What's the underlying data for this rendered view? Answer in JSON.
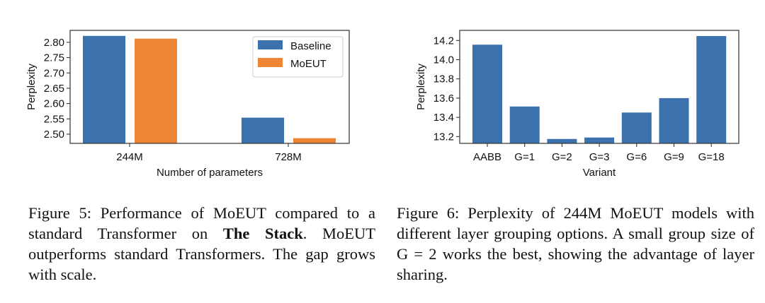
{
  "chart_data": [
    {
      "type": "bar",
      "categories": [
        "244M",
        "728M"
      ],
      "series": [
        {
          "name": "Baseline",
          "values": [
            2.821,
            2.554
          ],
          "color": "#3b72ae"
        },
        {
          "name": "MoEUT",
          "values": [
            2.812,
            2.487
          ],
          "color": "#ee8636"
        }
      ],
      "xlabel": "Number of parameters",
      "ylabel": "Perplexity",
      "ylim": [
        2.47,
        2.839
      ],
      "yticks": [
        "2.50",
        "2.55",
        "2.60",
        "2.65",
        "2.70",
        "2.75",
        "2.80"
      ],
      "legend": "top-right",
      "grid": false
    },
    {
      "type": "bar",
      "categories": [
        "AABB",
        "G=1",
        "G=2",
        "G=3",
        "G=6",
        "G=9",
        "G=18"
      ],
      "values": [
        14.156,
        13.513,
        13.175,
        13.19,
        13.45,
        13.6,
        14.246
      ],
      "color": "#3b72ae",
      "xlabel": "Variant",
      "ylabel": "Perplexity",
      "ylim": [
        13.129,
        14.305
      ],
      "yticks": [
        "13.2",
        "13.4",
        "13.6",
        "13.8",
        "14.0",
        "14.2"
      ],
      "grid": false
    }
  ],
  "captions": {
    "fig5": {
      "prefix": "Figure 5: Performance of MoEUT compared to a standard Transformer on ",
      "bold": "The Stack",
      "suffix": ". MoEUT outperforms standard Transformers.  The gap grows with scale."
    },
    "fig6": {
      "text": "Figure 6: Perplexity of 244M MoEUT models with different layer grouping options.  A small group size of G = 2 works the best, showing the advantage of layer sharing."
    }
  }
}
